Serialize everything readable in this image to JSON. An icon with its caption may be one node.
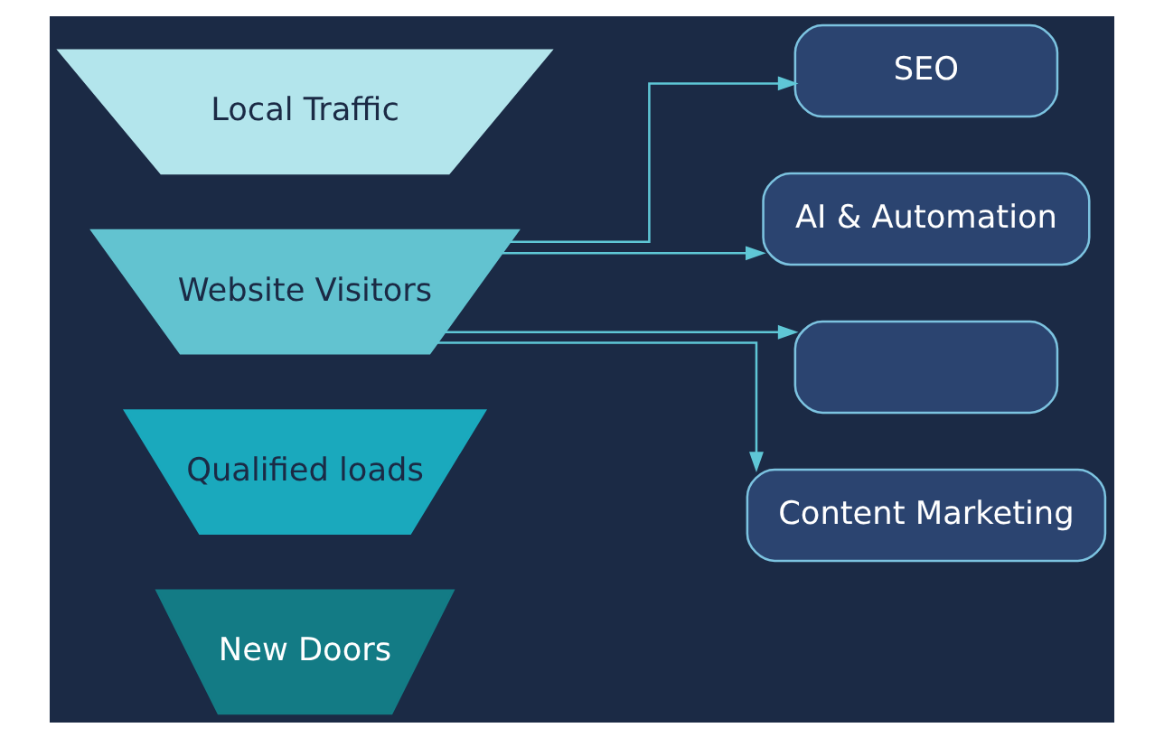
{
  "diagram": {
    "nodes": [
      {
        "text": [
          "Local Traffic"
        ]
      },
      {
        "text": [
          "Website Visitors"
        ]
      },
      {
        "text": [
          "Qualified loads"
        ]
      },
      {
        "text": [
          "New Doors"
        ]
      },
      {
        "text": [
          "SEO"
        ]
      },
      {
        "text": [
          "AI & Automation"
        ]
      },
      {
        "text": [],
        "shape": "box"
      },
      {
        "text": [
          "Content Marketing"
        ]
      }
    ],
    "edges": [
      {
        "from": 1,
        "to": 4,
        "arrow": "to"
      },
      {
        "from": 1,
        "to": 5,
        "arrow": "to"
      },
      {
        "from": 1,
        "to": 6,
        "arrow": "to"
      },
      {
        "from": 1,
        "to": 7,
        "arrow": "to"
      }
    ]
  }
}
